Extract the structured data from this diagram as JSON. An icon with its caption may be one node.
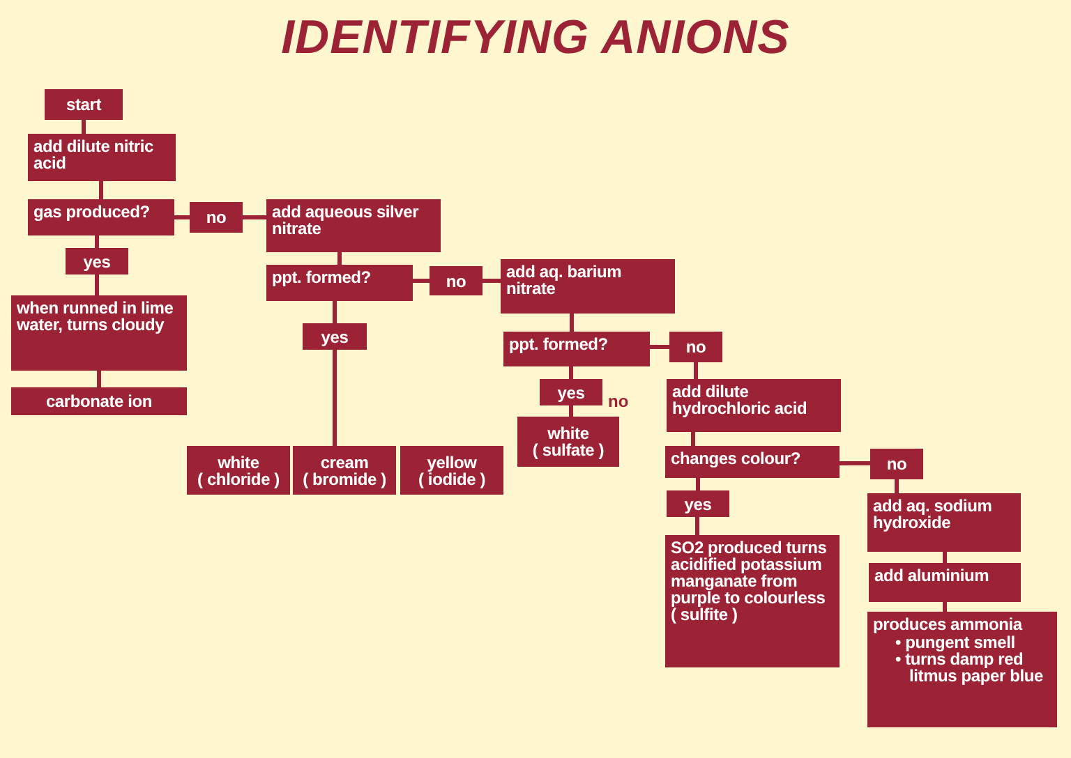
{
  "diagram": {
    "title": "IDENTIFYING ANIONS",
    "nodes": [
      {
        "text": [
          "start"
        ]
      },
      {
        "text": [
          "add dilute nitric acid"
        ]
      },
      {
        "text": [
          "gas produced?"
        ]
      },
      {
        "text": [
          "no"
        ]
      },
      {
        "text": [
          "add aqueous silver nitrate"
        ]
      },
      {
        "text": [
          "yes"
        ]
      },
      {
        "text": [
          "when runned in lime water, turns cloudy"
        ]
      },
      {
        "text": [
          "carbonate ion"
        ]
      },
      {
        "text": [
          "ppt. formed?"
        ]
      },
      {
        "text": [
          "no"
        ]
      },
      {
        "text": [
          "add aq. barium nitrate"
        ]
      },
      {
        "text": [
          "yes"
        ]
      },
      {
        "text": [
          "ppt. formed?"
        ]
      },
      {
        "text": [
          "no"
        ]
      },
      {
        "text": [
          "yes"
        ]
      },
      {
        "text": [
          "white",
          "( chloride )"
        ]
      },
      {
        "text": [
          "cream",
          "( bromide )"
        ]
      },
      {
        "text": [
          "yellow",
          "( iodide )"
        ]
      },
      {
        "text": [
          "white",
          "( sulfate )"
        ]
      },
      {
        "text": [
          "add dilute hydrochloric acid"
        ]
      },
      {
        "text": [
          "changes colour?"
        ]
      },
      {
        "text": [
          "no"
        ]
      },
      {
        "text": [
          "yes"
        ]
      },
      {
        "text": [
          "add aq. sodium hydroxide"
        ]
      },
      {
        "text": [
          "SO2 produced turns acidified potassium manganate from purple to colourless ( sulfite )"
        ]
      },
      {
        "text": [
          "add aluminium"
        ]
      },
      {
        "text": [
          "produces ammonia",
          "• pungent smell",
          "• turns damp red litmus paper blue"
        ]
      }
    ],
    "edges": [
      {
        "from": 0,
        "to": 1,
        "arrow": "none"
      },
      {
        "from": 1,
        "to": 2,
        "arrow": "none"
      },
      {
        "from": 2,
        "to": 3,
        "arrow": "none"
      },
      {
        "from": 3,
        "to": 4,
        "arrow": "none"
      },
      {
        "from": 2,
        "to": 5,
        "arrow": "none"
      },
      {
        "from": 5,
        "to": 6,
        "arrow": "none"
      },
      {
        "from": 6,
        "to": 7,
        "arrow": "none"
      },
      {
        "from": 4,
        "to": 8,
        "arrow": "none"
      },
      {
        "from": 8,
        "to": 9,
        "arrow": "none"
      },
      {
        "from": 9,
        "to": 10,
        "arrow": "none"
      },
      {
        "from": 8,
        "to": 11,
        "arrow": "none"
      },
      {
        "from": 11,
        "to": 16,
        "arrow": "none"
      },
      {
        "from": 10,
        "to": 12,
        "arrow": "none"
      },
      {
        "from": 12,
        "to": 13,
        "arrow": "none"
      },
      {
        "from": 12,
        "to": 14,
        "arrow": "none"
      },
      {
        "from": 14,
        "to": 18,
        "arrow": "none"
      },
      {
        "from": 13,
        "to": 19,
        "arrow": "none"
      },
      {
        "from": 19,
        "to": 20,
        "arrow": "none"
      },
      {
        "from": 20,
        "to": 21,
        "arrow": "none"
      },
      {
        "from": 20,
        "to": 22,
        "arrow": "none"
      },
      {
        "from": 22,
        "to": 24,
        "arrow": "none"
      },
      {
        "from": 21,
        "to": 23,
        "arrow": "none"
      },
      {
        "from": 23,
        "to": 25,
        "arrow": "none"
      },
      {
        "from": 25,
        "to": 26,
        "arrow": "none"
      }
    ],
    "labels": [
      "no"
    ]
  }
}
